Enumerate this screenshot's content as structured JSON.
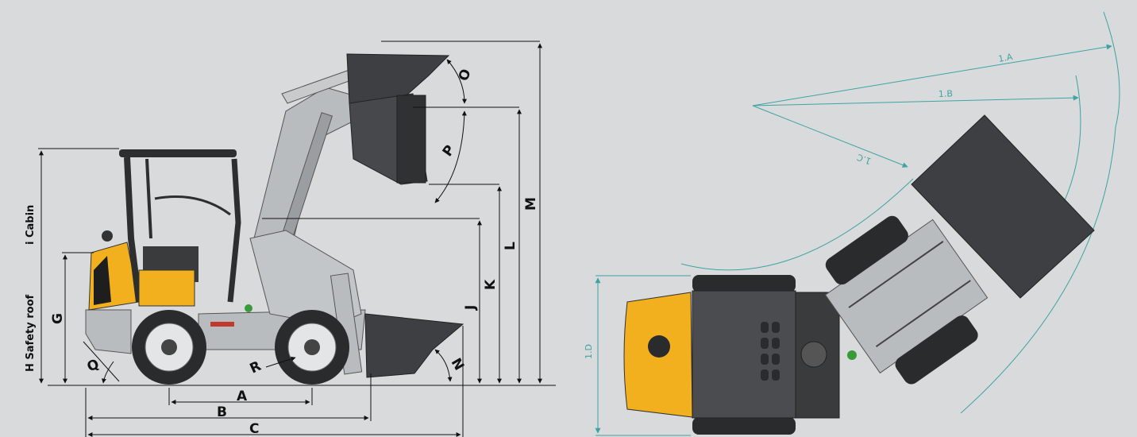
{
  "side_view": {
    "labels": {
      "A": "A",
      "B": "B",
      "C": "C",
      "G": "G",
      "J": "J",
      "K": "K",
      "L": "L",
      "M": "M",
      "N": "N",
      "O": "O",
      "P": "P",
      "Q": "Q",
      "R": "R"
    },
    "vertical_labels": {
      "h_safety_roof": "H  Safety roof",
      "i_cabin": "i  Cabin"
    }
  },
  "top_view": {
    "labels": {
      "1A": "1.A",
      "1B": "1.B",
      "1C": "1.C",
      "1D": "1.D"
    }
  },
  "colors": {
    "machine_yellow": "#f2b01e",
    "bucket_dark": "#3d3f42",
    "frame_grey": "#b9bcbf",
    "tyre": "#2a2b2d",
    "dimension_line": "#111111",
    "turn_radius_line": "#3fa3a3"
  }
}
